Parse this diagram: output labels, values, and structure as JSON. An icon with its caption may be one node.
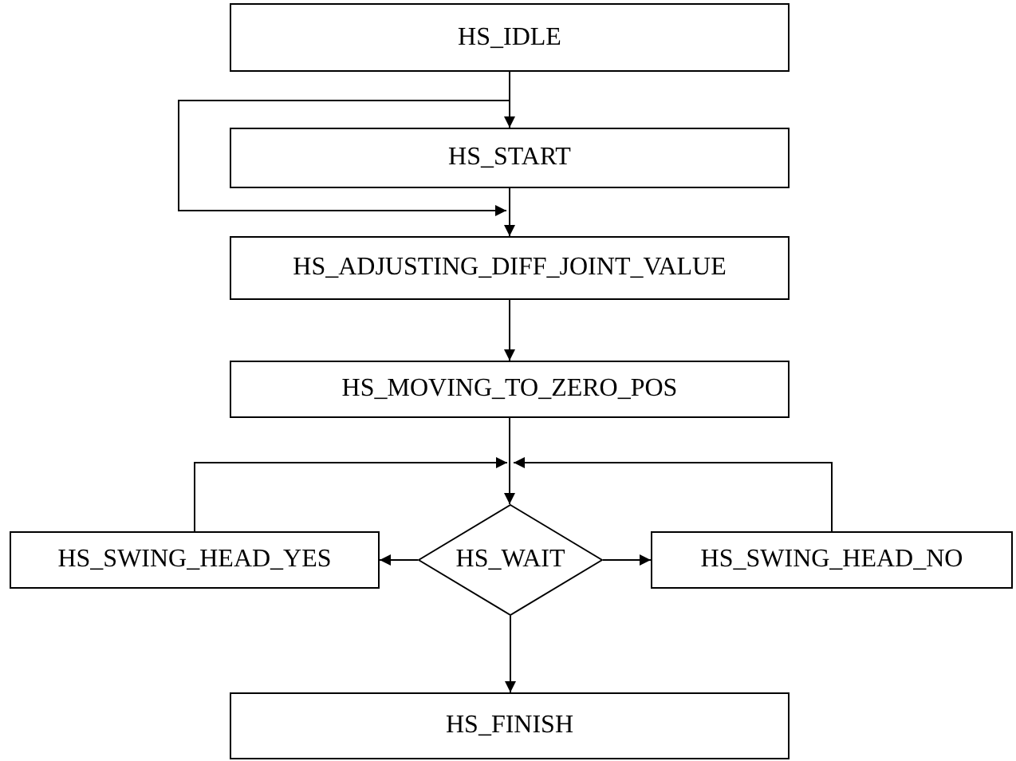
{
  "diagram": {
    "nodes": [
      {
        "text": [
          "HS_IDLE"
        ]
      },
      {
        "text": [
          "HS_START"
        ]
      },
      {
        "text": [
          "HS_ADJUSTING_DIFF_JOINT_VALUE"
        ]
      },
      {
        "text": [
          "HS_MOVING_TO_ZERO_POS"
        ]
      },
      {
        "text": [
          "HS_WAIT"
        ]
      },
      {
        "text": [
          "HS_SWING_HEAD_YES"
        ]
      },
      {
        "text": [
          "HS_SWING_HEAD_NO"
        ]
      },
      {
        "text": [
          "HS_FINISH"
        ]
      }
    ],
    "edges": [
      {
        "from": 0,
        "to": 1,
        "arrow": "to"
      },
      {
        "from": 0,
        "to": 2,
        "arrow": "to"
      },
      {
        "from": 1,
        "to": 2,
        "arrow": "to"
      },
      {
        "from": 2,
        "to": 3,
        "arrow": "to"
      },
      {
        "from": 3,
        "to": 4,
        "arrow": "to"
      },
      {
        "from": 5,
        "to": 4,
        "arrow": "to"
      },
      {
        "from": 6,
        "to": 4,
        "arrow": "to"
      },
      {
        "from": 4,
        "to": 5,
        "arrow": "to"
      },
      {
        "from": 4,
        "to": 6,
        "arrow": "to"
      },
      {
        "from": 4,
        "to": 7,
        "arrow": "to"
      }
    ]
  }
}
